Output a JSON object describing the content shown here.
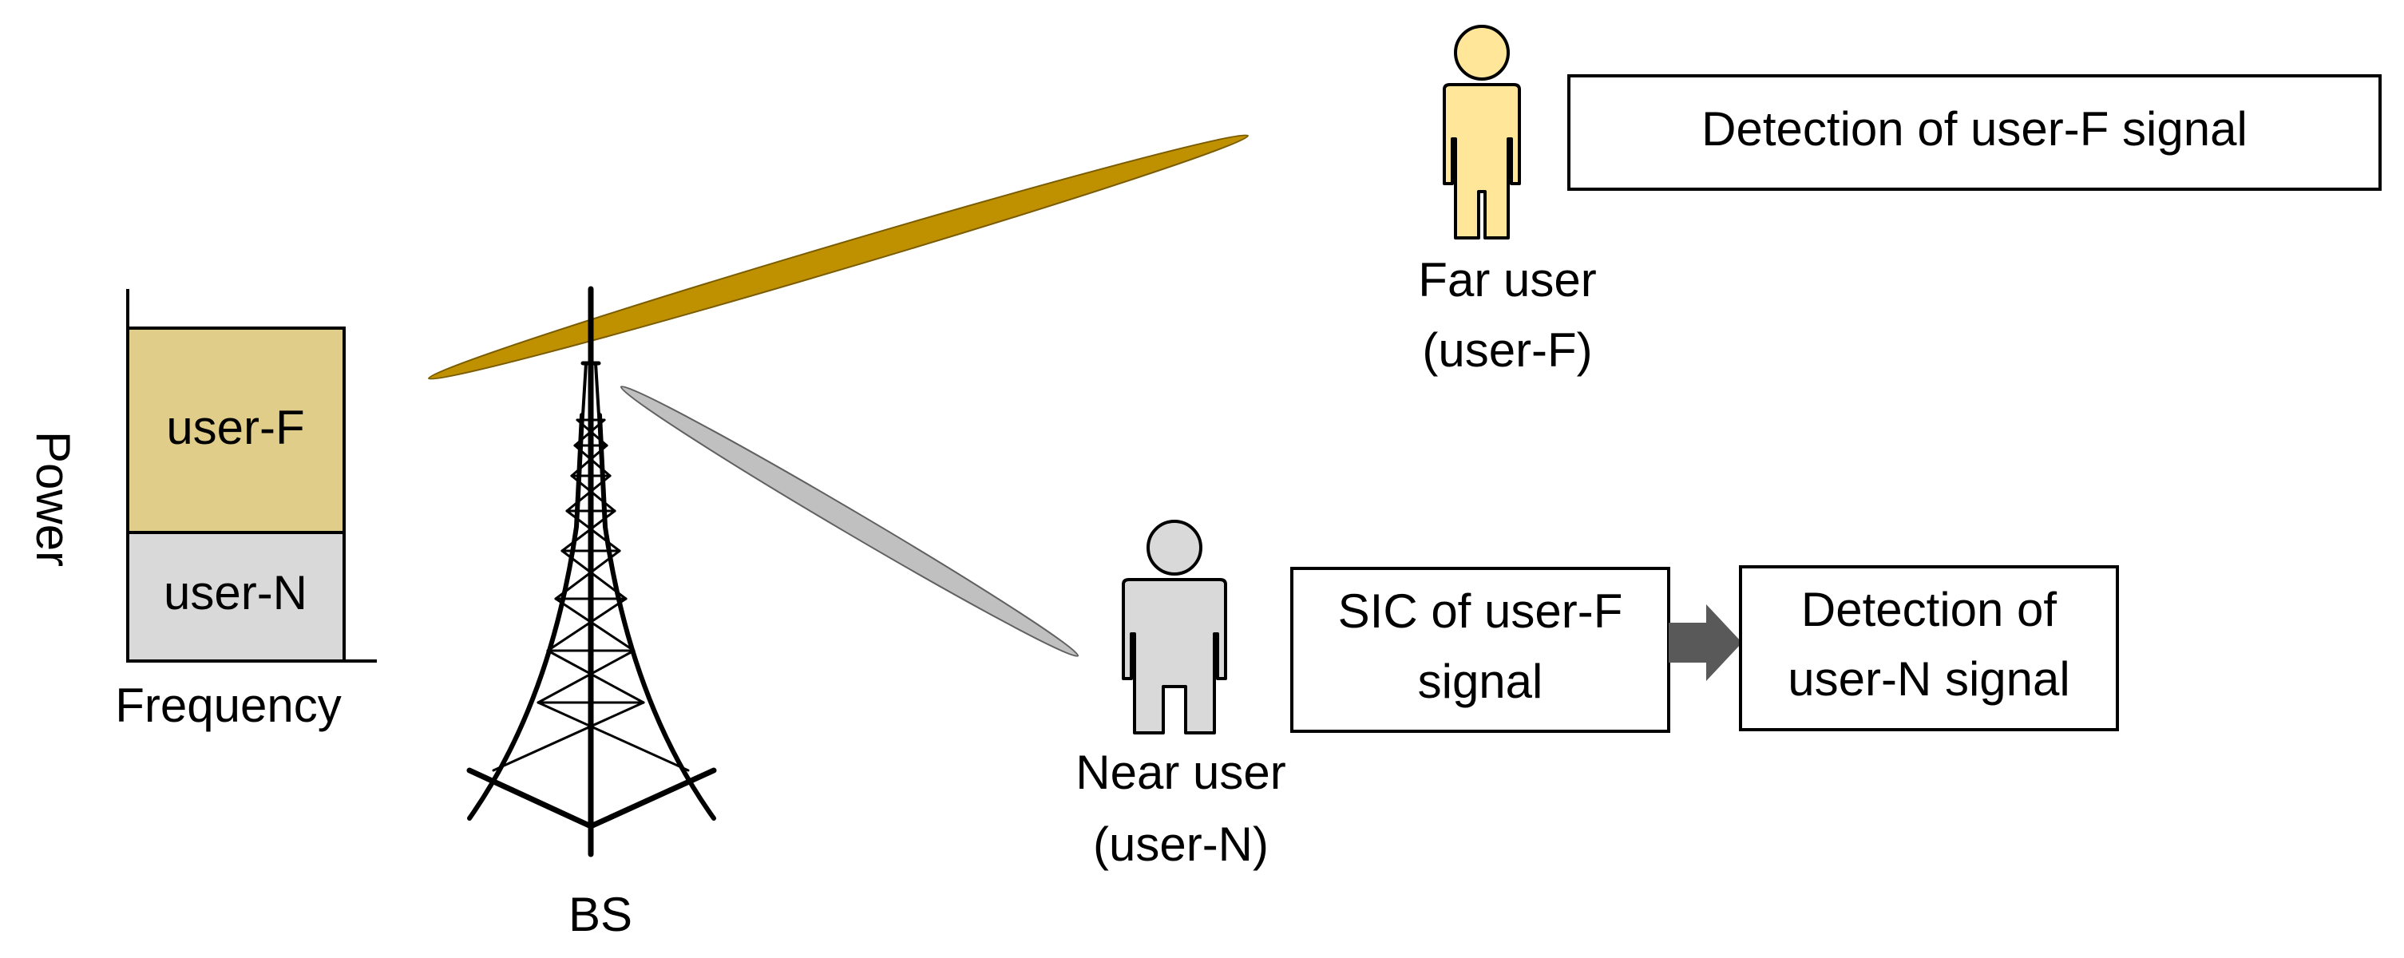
{
  "power_chart": {
    "ylabel": "Power",
    "xlabel": "Frequency",
    "blocks": [
      {
        "label": "user-F",
        "color": "#e1cd8a"
      },
      {
        "label": "user-N",
        "color": "#d9d9d9"
      }
    ]
  },
  "base_station": {
    "label": "BS"
  },
  "beams": {
    "far_color": "#bf9000",
    "near_color": "#c0c0c0"
  },
  "far_user": {
    "line1": "Far user",
    "line2": "(user-F)",
    "color": "#ffe699",
    "process": "Detection of user-F signal"
  },
  "near_user": {
    "line1": "Near user",
    "line2": "(user-N)",
    "color": "#d9d9d9",
    "process_step1": {
      "line1": "SIC of user-F",
      "line2": "signal"
    },
    "process_step2": {
      "line1": "Detection of",
      "line2": "user-N signal"
    }
  },
  "arrow_color": "#595959"
}
